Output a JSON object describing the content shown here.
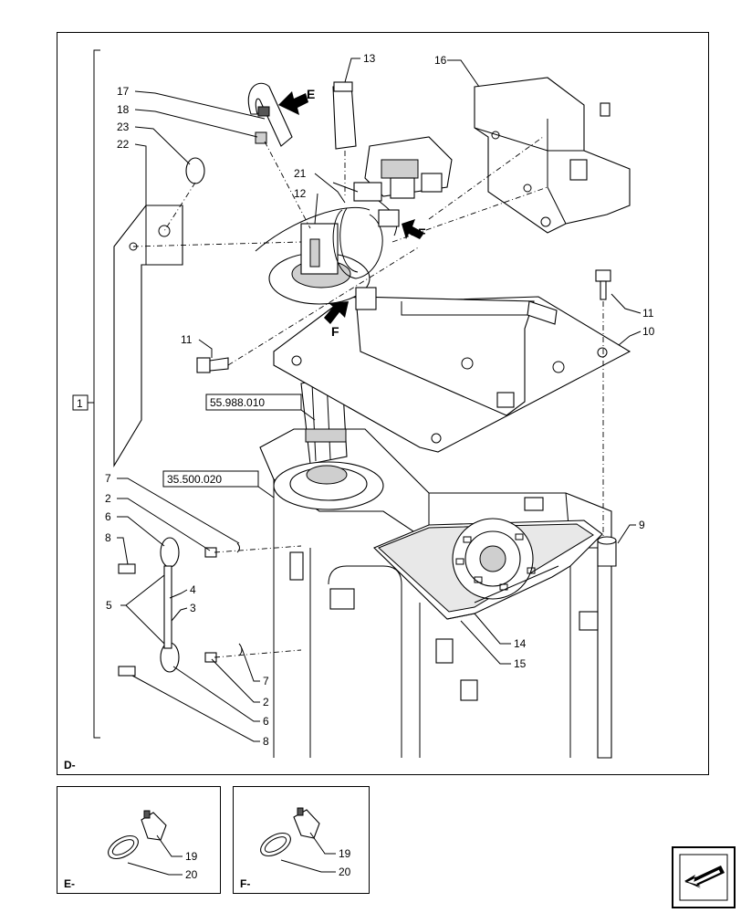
{
  "diagram": {
    "main_view_label": "D-",
    "group_label": "1",
    "ref_labels": [
      "55.988.010",
      "35.500.020"
    ],
    "callouts": [
      "1",
      "2",
      "3",
      "4",
      "5",
      "6",
      "7",
      "8",
      "9",
      "10",
      "11",
      "12",
      "13",
      "14",
      "15",
      "16",
      "17",
      "18",
      "19",
      "20",
      "21",
      "22",
      "23"
    ],
    "flow_arrows": [
      "E",
      "F"
    ],
    "detail_views": [
      {
        "label": "E-",
        "callouts": [
          "19",
          "20"
        ]
      },
      {
        "label": "F-",
        "callouts": [
          "19",
          "20"
        ]
      }
    ]
  },
  "nav_icon": "arrow-back-icon"
}
